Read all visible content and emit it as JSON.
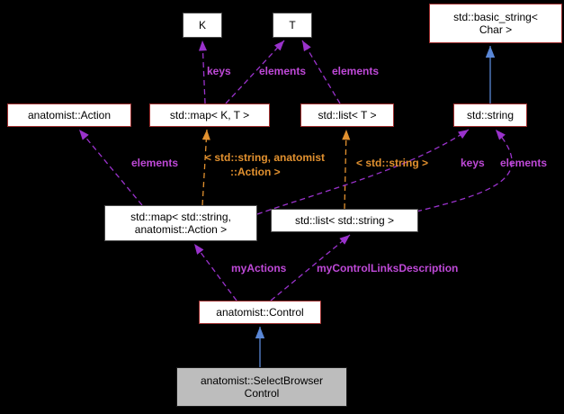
{
  "diagram": {
    "kind": "doxygen-collaboration-graph",
    "colors": {
      "background": "#000000",
      "node_fill": "#ffffff",
      "node_border_linked": "#a03030",
      "node_border_plain": "#4a4a4a",
      "current_node_fill": "#bdbdbd",
      "inheritance_edge": "#5a87d6",
      "usage_edge": "#9a32cc",
      "template_edge": "#e2912f",
      "usage_label": "#bf49d8",
      "template_label": "#e2912f"
    },
    "nodes": {
      "k": {
        "label": "K"
      },
      "t": {
        "label": "T"
      },
      "basic_string": {
        "line1": "std::basic_string<",
        "line2": "Char >"
      },
      "action": {
        "label": "anatomist::Action"
      },
      "map_kt": {
        "label": "std::map< K, T >"
      },
      "list_t": {
        "label": "std::list< T >"
      },
      "string": {
        "label": "std::string"
      },
      "map_string_action": {
        "line1": "std::map< std::string,",
        "line2": "anatomist::Action >"
      },
      "list_string": {
        "label": "std::list< std::string >"
      },
      "control": {
        "label": "anatomist::Control"
      },
      "select_browser_control": {
        "line1": "anatomist::SelectBrowser",
        "line2": "Control"
      }
    },
    "edge_labels": {
      "keys_k": "keys",
      "elements_map_t": "elements",
      "elements_list_t": "elements",
      "elements_action": "elements",
      "template_map_line1": "< std::string, anatomist",
      "template_map_line2": "::Action >",
      "template_list": "< std::string >",
      "keys_string": "keys",
      "elements_string": "elements",
      "my_actions": "myActions",
      "my_control_links": "myControlLinksDescription"
    },
    "edges": [
      {
        "from": "map_kt",
        "to": "k",
        "type": "usage",
        "label": "keys"
      },
      {
        "from": "map_kt",
        "to": "t",
        "type": "usage",
        "label": "elements"
      },
      {
        "from": "list_t",
        "to": "t",
        "type": "usage",
        "label": "elements"
      },
      {
        "from": "string",
        "to": "basic_string",
        "type": "inheritance",
        "label": ""
      },
      {
        "from": "map_string_action",
        "to": "action",
        "type": "usage",
        "label": "elements"
      },
      {
        "from": "map_string_action",
        "to": "map_kt",
        "type": "template",
        "label": "< std::string, anatomist ::Action >"
      },
      {
        "from": "list_string",
        "to": "list_t",
        "type": "template",
        "label": "< std::string >"
      },
      {
        "from": "map_string_action",
        "to": "string",
        "type": "usage",
        "label": "keys"
      },
      {
        "from": "list_string",
        "to": "string",
        "type": "usage",
        "label": "elements"
      },
      {
        "from": "control",
        "to": "map_string_action",
        "type": "usage",
        "label": "myActions"
      },
      {
        "from": "control",
        "to": "list_string",
        "type": "usage",
        "label": "myControlLinksDescription"
      },
      {
        "from": "select_browser_control",
        "to": "control",
        "type": "inheritance",
        "label": ""
      }
    ]
  }
}
